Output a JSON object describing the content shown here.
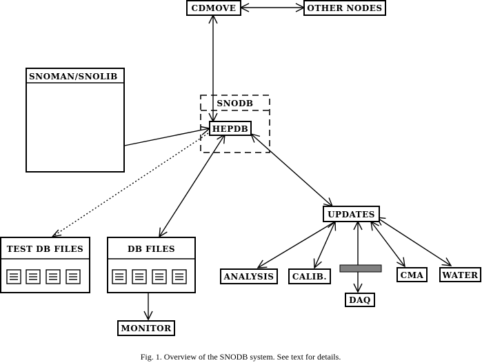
{
  "nodes": {
    "cdmove": "CDMOVE",
    "other_nodes": "OTHER NODES",
    "snoman": "SNOMAN/SNOLIB",
    "snodb": "SNODB",
    "hepdb": "HEPDB",
    "updates": "UPDATES",
    "test_db_files": "TEST DB FILES",
    "db_files": "DB FILES",
    "monitor": "MONITOR",
    "analysis": "ANALYSIS",
    "calib": "CALIB.",
    "daq": "DAQ",
    "cma": "CMA",
    "water": "WATER"
  },
  "caption": "Fig. 1. Overview of the SNODB system. See text for details.",
  "colors": {
    "ink": "#000000",
    "daq_bar": "#808080"
  }
}
